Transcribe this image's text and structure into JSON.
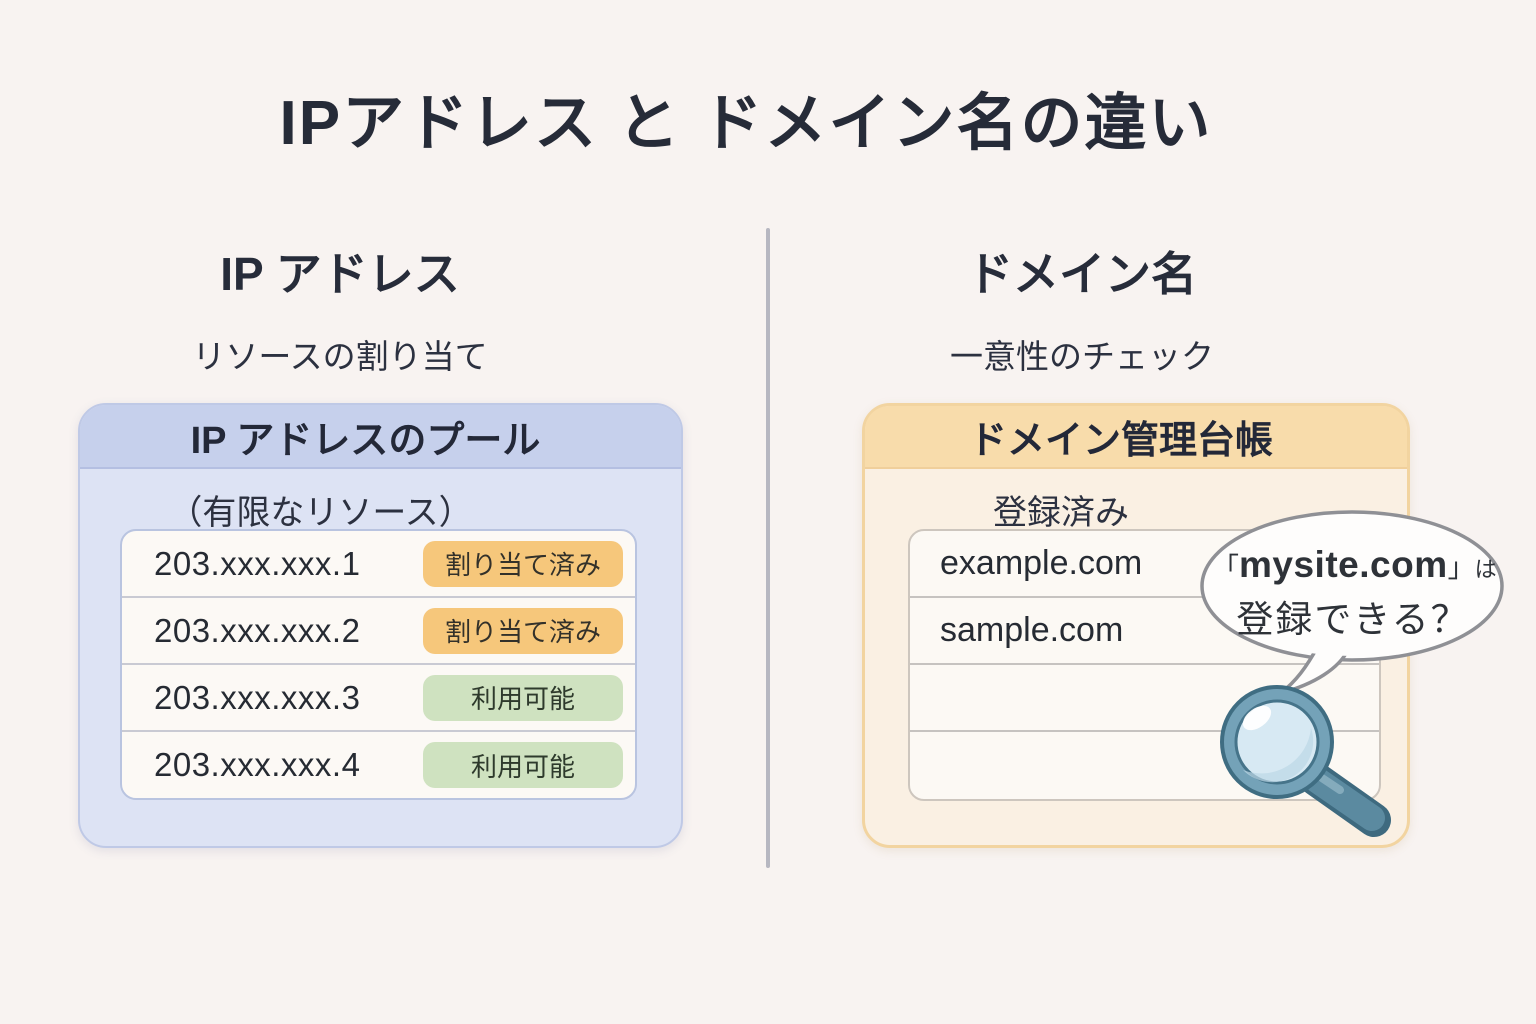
{
  "title": "IPアドレス と ドメイン名の違い",
  "left": {
    "heading": "IP アドレス",
    "subtitle": "リソースの割り当て",
    "panel_title": "IP アドレスのプール",
    "panel_subtitle": "（有限なリソース）",
    "rows": [
      {
        "ip": "203.xxx.xxx.1",
        "status": "割り当て済み",
        "state": "assigned"
      },
      {
        "ip": "203.xxx.xxx.2",
        "status": "割り当て済み",
        "state": "assigned"
      },
      {
        "ip": "203.xxx.xxx.3",
        "status": "利用可能",
        "state": "available"
      },
      {
        "ip": "203.xxx.xxx.4",
        "status": "利用可能",
        "state": "available"
      }
    ]
  },
  "right": {
    "heading": "ドメイン名",
    "subtitle": "一意性のチェック",
    "panel_title": "ドメイン管理台帳",
    "panel_subtitle": "登録済み",
    "rows": [
      {
        "domain": "example.com"
      },
      {
        "domain": "sample.com"
      },
      {
        "domain": ""
      },
      {
        "domain": ""
      }
    ],
    "bubble": {
      "bracket_open": "「",
      "domain": "mysite.com",
      "bracket_close": "」",
      "particle": "は",
      "line2": "登録できる？"
    }
  },
  "colors": {
    "background": "#f8f3f1",
    "text_dark": "#262b38",
    "ip_panel_band": "#c6d0ec",
    "ip_panel_body": "#dde3f4",
    "domain_panel_band": "#f8dcab",
    "domain_panel_body": "#faf0e3",
    "badge_assigned": "#f6c77b",
    "badge_available": "#cfe2c0",
    "divider_grey": "#b7b7c1",
    "magnifier_blue": "#74a2b8",
    "lens_blue": "#d7e9f3"
  }
}
